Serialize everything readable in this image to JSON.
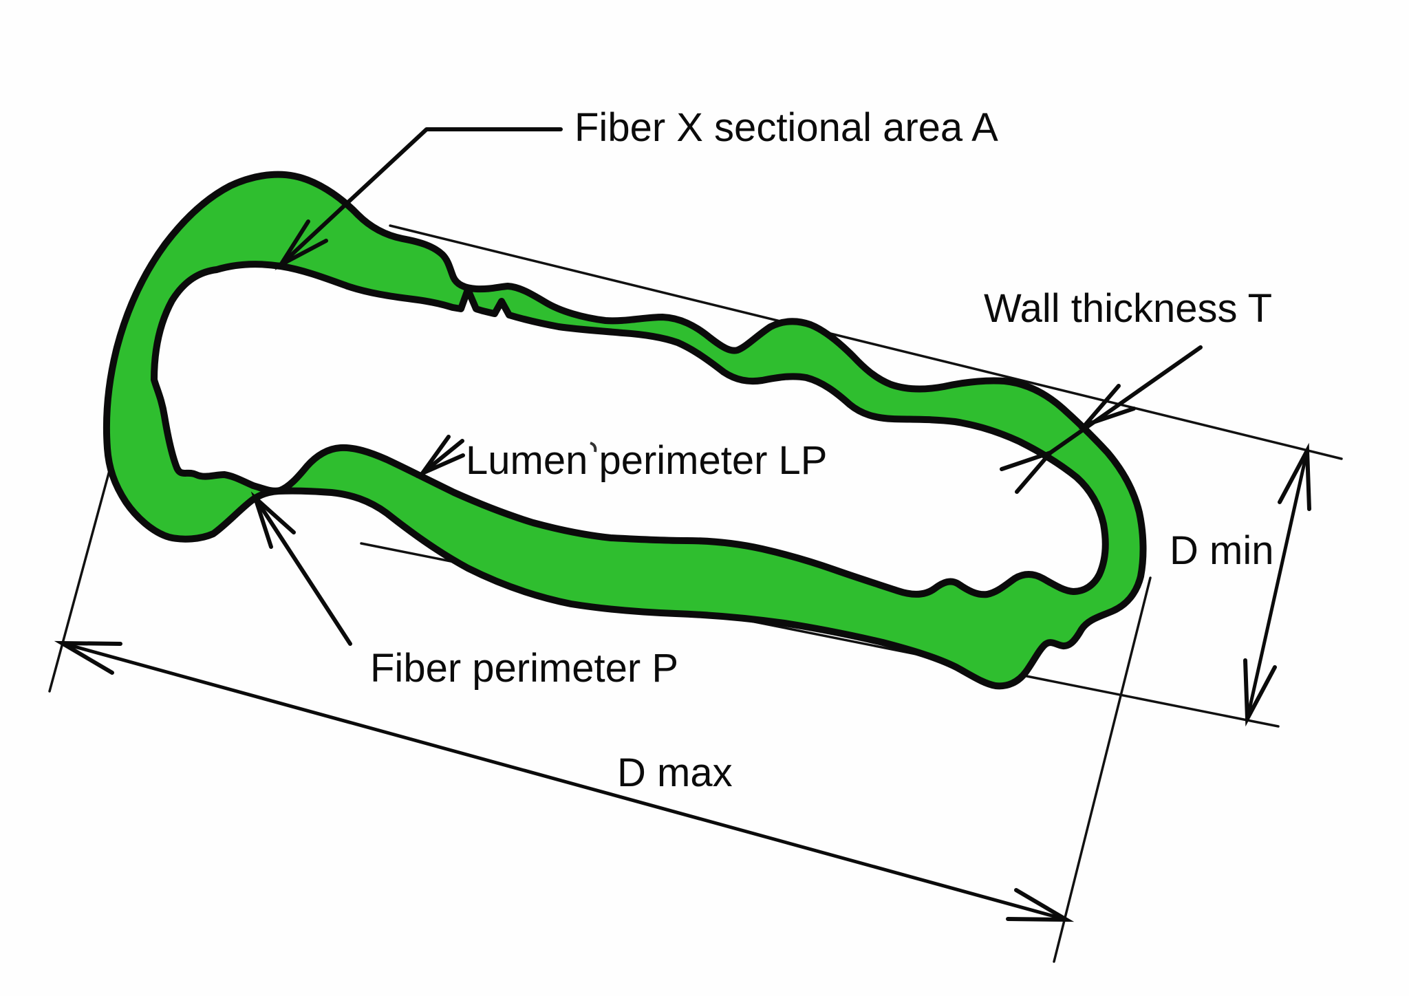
{
  "page": {
    "title": "Fiber cross-section measurement diagram"
  },
  "colors": {
    "fiber_fill": "#2fbe2f",
    "outline": "#0b0b0b",
    "background": "#fefefe"
  },
  "labels": {
    "sectional_area": "Fiber X sectional area A",
    "wall_thickness": "Wall thickness T",
    "lumen_perimeter": "Lumen perimeter LP",
    "fiber_perimeter": "Fiber perimeter P",
    "d_min": "D min",
    "d_max": "D max"
  }
}
